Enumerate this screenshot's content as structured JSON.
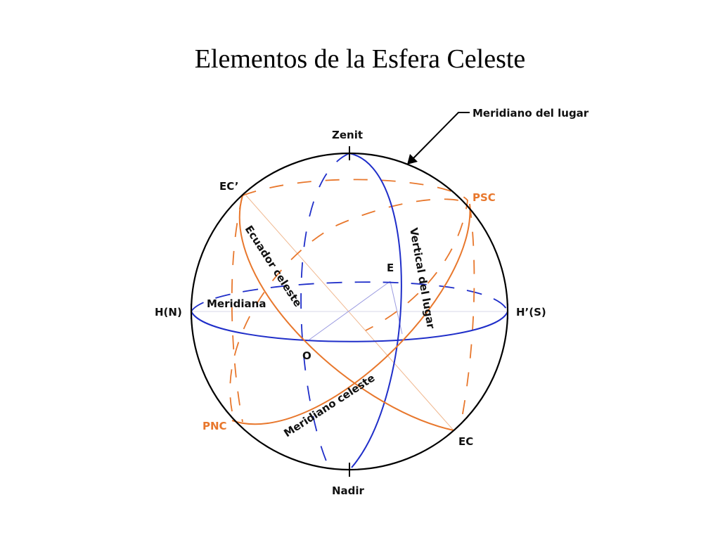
{
  "title": "Elementos de la Esfera Celeste",
  "colors": {
    "meridiano_del_lugar": "#000000",
    "horizonte_y_vertical": "#1f2ec9",
    "ecuador_y_meridiano_celeste": "#e8772c",
    "ejes": "#f0b890",
    "punto_e": "#9a9ae0"
  },
  "labels": {
    "meridiano_del_lugar": "Meridiano del lugar",
    "zenit": "Zenit",
    "nadir": "Nadir",
    "ec_prime": "EC’",
    "ec": "EC",
    "psc": "PSC",
    "pnc": "PNC",
    "h_n": "H(N)",
    "h_s": "H’(S)",
    "ecuador_celeste": "Ecuador celeste",
    "vertical_del_lugar": "Vertical del lugar",
    "meridiana": "Meridiana",
    "meridiano_celeste": "Meridiano celeste",
    "e": "E",
    "o": "O"
  }
}
